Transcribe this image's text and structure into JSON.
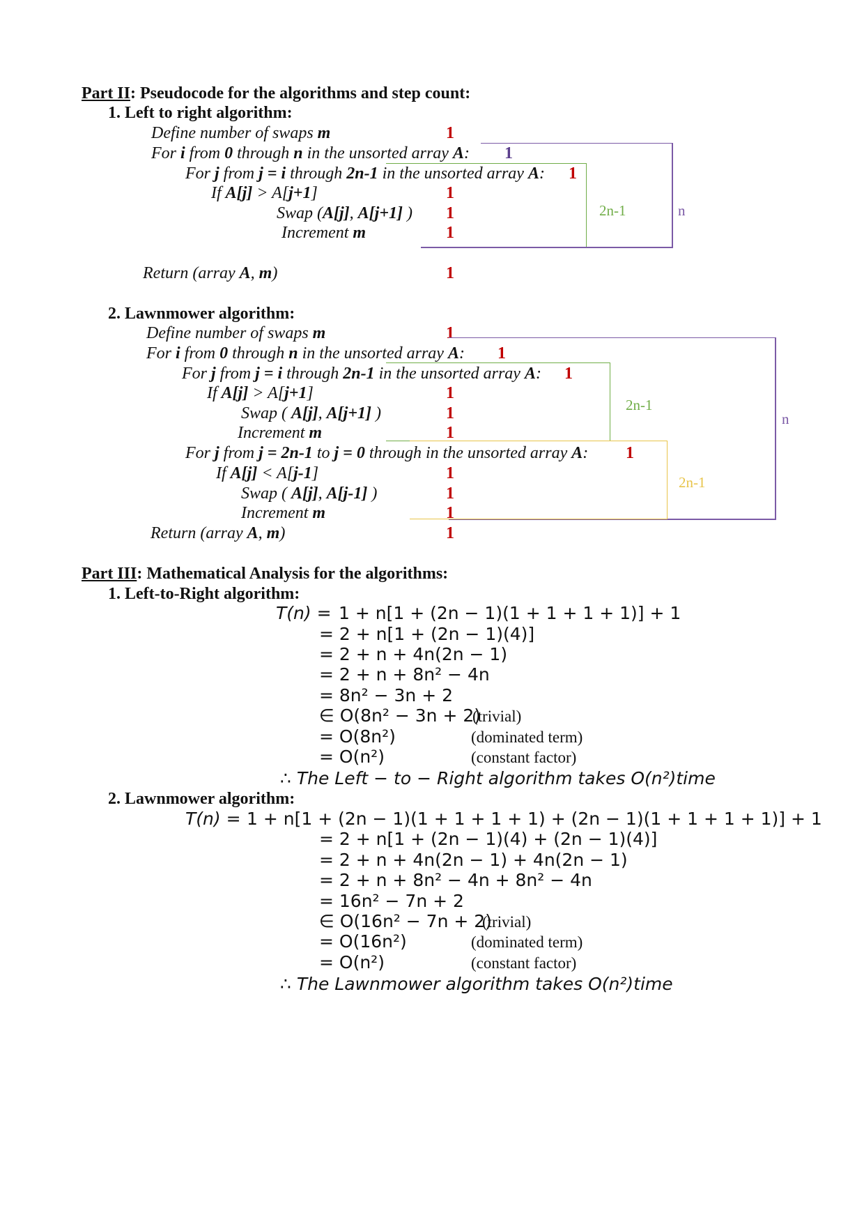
{
  "part2": {
    "label": "Part II",
    "title": ": Pseudocode for the algorithms and step count:",
    "alg1": {
      "heading": "1.  Left to right algorithm:",
      "lines": [
        {
          "pre": "Define number of swaps ",
          "b1": "m"
        },
        {
          "pre": "For ",
          "b1": "i",
          "mid": " from ",
          "b2": "0",
          "mid2": " through ",
          "b3": "n",
          "post": " in the unsorted array ",
          "b4": "A",
          "tail": ":"
        },
        {
          "pre": "For ",
          "b1": "j",
          "mid": " from ",
          "b2": "j = i",
          "mid2": " through ",
          "b3": "2n-1",
          "post": " in the unsorted array ",
          "b4": "A",
          "tail": ":"
        },
        {
          "pre": "If ",
          "b1": "A[j]",
          "mid": " > A[",
          "b2": "j+1",
          "tail": "]"
        },
        {
          "pre": "Swap (",
          "b1": "A[j]",
          "mid": ", ",
          "b2": "A[j+1]",
          "tail": " )"
        },
        {
          "pre": "Increment ",
          "b1": "m"
        },
        {
          "pre": "Return (array ",
          "b1": "A",
          "mid": ", ",
          "b2": "m",
          "tail": ")"
        }
      ],
      "counts": [
        "1",
        "1",
        "1",
        "1",
        "1",
        "1",
        "1"
      ],
      "inner_count_label": "2n-1",
      "outer_count_label": "n"
    },
    "alg2": {
      "heading": "2.  Lawnmower algorithm:",
      "lines": [
        {
          "pre": "Define number of swaps ",
          "b1": "m"
        },
        {
          "pre": "For ",
          "b1": "i",
          "mid": " from ",
          "b2": "0",
          "mid2": " through ",
          "b3": "n",
          "post": " in the unsorted array ",
          "b4": "A",
          "tail": ":"
        },
        {
          "pre": "For ",
          "b1": "j",
          "mid": " from ",
          "b2": "j = i",
          "mid2": " through ",
          "b3": "2n-1",
          "post": " in the unsorted array ",
          "b4": "A",
          "tail": ":"
        },
        {
          "pre": "If ",
          "b1": "A[j]",
          "mid": " > A[",
          "b2": "j+1",
          "tail": "]"
        },
        {
          "pre": "Swap ( ",
          "b1": "A[j]",
          "mid": ", ",
          "b2": "A[j+1]",
          "tail": " )"
        },
        {
          "pre": "Increment ",
          "b1": "m"
        },
        {
          "pre": "For ",
          "b1": "j",
          "mid": " from ",
          "b2": "j = 2n-1",
          "mid2": " to ",
          "b3": "j = 0",
          "post": " through in the unsorted array ",
          "b4": "A",
          "tail": ":"
        },
        {
          "pre": "If ",
          "b1": "A[j]",
          "mid": " < A[",
          "b2": "j-1",
          "tail": "]"
        },
        {
          "pre": "Swap ( ",
          "b1": "A[j]",
          "mid": ", ",
          "b2": "A[j-1]",
          "tail": " )"
        },
        {
          "pre": "Increment ",
          "b1": "m"
        },
        {
          "pre": "Return (array ",
          "b1": "A",
          "mid": ", ",
          "b2": "m",
          "tail": ")"
        }
      ],
      "counts": [
        "1",
        "1",
        "1",
        "1",
        "1",
        "1",
        "1",
        "1",
        "1",
        "1",
        "1"
      ],
      "inner_count_label": "2n-1",
      "second_inner_count_label": "2n-1",
      "outer_count_label": "n"
    }
  },
  "part3": {
    "label": "Part III",
    "title": ": Mathematical Analysis for the algorithms:",
    "alg1": {
      "heading": "1.  Left-to-Right algorithm:",
      "lhs": "T(n) =",
      "steps": [
        "1 + n[1 + (2n − 1)(1 + 1 + 1 + 1)] + 1",
        "=  2 +  n[1 +  (2n − 1)(4)]",
        "=  2 + n + 4n(2n − 1)",
        "=  2 + n + 8n² − 4n",
        "=  8n² − 3n + 2",
        "∈ O(8n² − 3n + 2)",
        "= O(8n²)",
        "= O(n²)"
      ],
      "notes": [
        "(trivial)",
        "(dominated term)",
        "(constant factor)"
      ],
      "conclusion": "∴ The Left − to − Right algorithm  takes O(n²)time"
    },
    "alg2": {
      "heading": "2.  Lawnmower algorithm:",
      "lhs": "T(n) =",
      "steps": [
        "1 + n[1 + (2n − 1)(1 + 1 + 1 + 1) +  (2n − 1)(1 + 1 + 1 + 1)] + 1",
        "=  2 +  n[1 +  (2n − 1)(4) +  (2n − 1)(4)]",
        "=  2 + n + 4n(2n − 1) +  4n(2n − 1)",
        "=  2 + n + 8n² − 4n + 8n² − 4n",
        "=  16n² − 7n + 2",
        "∈ O(16n² − 7n + 2)",
        "= O(16n²)",
        "= O(n²)"
      ],
      "notes": [
        "(trivial)",
        "(dominated term)",
        "(constant factor)"
      ],
      "conclusion": "∴ The Lawnmower algorithm  takes O(n²)time"
    }
  },
  "colors": {
    "count_red": "#c00000",
    "outer_purple": "#7b5aa6",
    "inner_green": "#70ad47",
    "inner_yellow": "#e8c44a"
  }
}
